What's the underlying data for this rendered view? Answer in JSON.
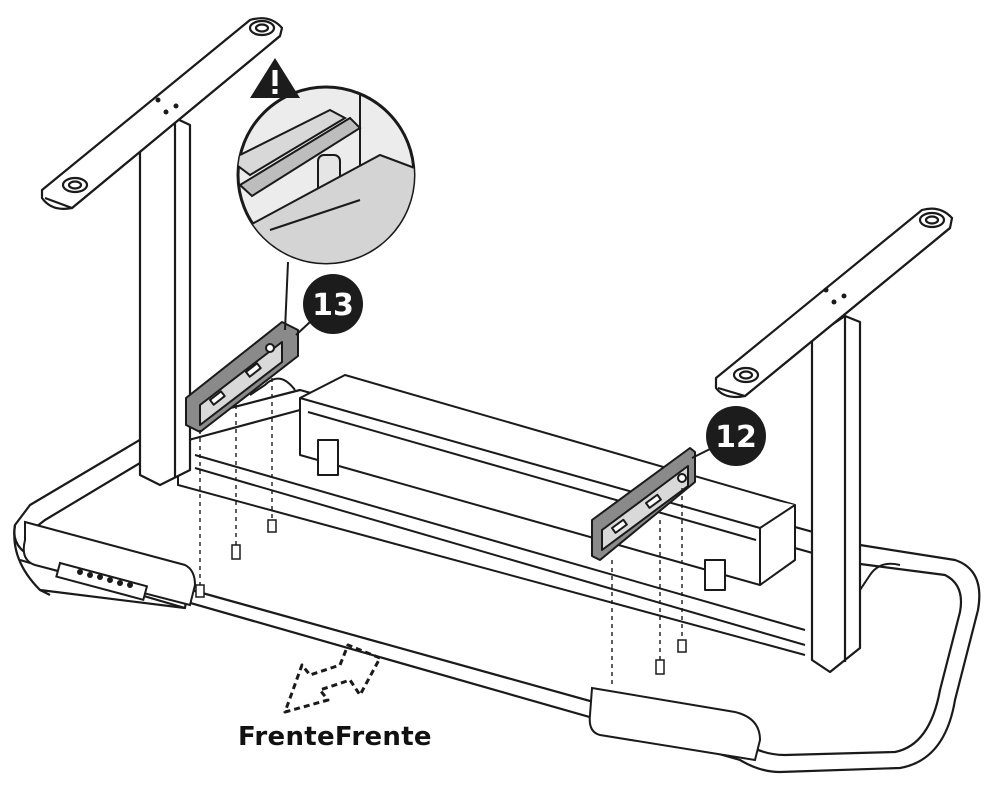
{
  "callouts": {
    "part_13": "13",
    "part_12": "12",
    "warning_icon": "warning-triangle-icon"
  },
  "labels": {
    "front": "FrenteFrente"
  },
  "colors": {
    "line": "#1a1a1a",
    "highlight": "#8a8a8a",
    "badge": "#1c1c1c",
    "background": "#ffffff"
  }
}
